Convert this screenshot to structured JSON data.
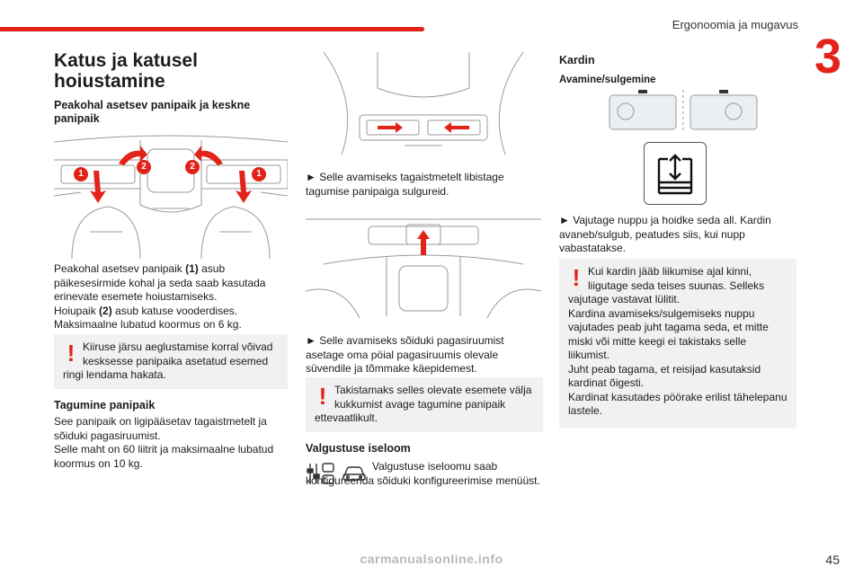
{
  "header": {
    "section_title": "Ergonoomia ja mugavus",
    "chapter_number": "3",
    "accent_color": "#e2231a"
  },
  "col1": {
    "title": "Katus ja katusel hoiustamine",
    "subheading_1": "Peakohal asetsev panipaik ja keskne panipaik",
    "figure_1": {
      "callouts": [
        "1",
        "2",
        "2",
        "1"
      ]
    },
    "para_1_line_1": "Peakohal asetsev panipaik ",
    "para_1_bold_1": "(1)",
    "para_1_line_1b": " asub päikesesirmide kohal ja seda saab kasutada erinevate esemete hoiustamiseks.",
    "para_1_line_2": "Hoiupaik ",
    "para_1_bold_2": "(2)",
    "para_1_line_2b": " asub katuse vooderdises.",
    "para_1_line_3": "Maksimaalne lubatud koormus on 6 kg.",
    "warning_1": "Kiiruse järsu aeglustamise korral võivad kesksesse panipaika asetatud esemed ringi lendama hakata.",
    "subheading_2": "Tagumine panipaik",
    "para_2_line_1": "See panipaik on ligipääsetav tagaistmetelt ja sõiduki pagasiruumist.",
    "para_2_line_2": "Selle maht on 60 liitrit ja maksimaalne lubatud koormus on 10 kg."
  },
  "col2": {
    "step_1": "► Selle avamiseks tagaistmetelt libistage tagumise panipaiga sulgureid.",
    "step_2": "► Selle avamiseks sõiduki pagasiruumist asetage oma pöial pagasiruumis olevale süvendile ja tõmmake käepidemest.",
    "warning_2": "Takistamaks selles olevate esemete välja kukkumist avage tagumine panipaik ettevaatlikult.",
    "subheading_3": "Valgustuse iseloom",
    "lighting_text": "Valgustuse iseloomu saab konfigureerida sõiduki konfigureerimise menüüst."
  },
  "col3": {
    "subheading_4": "Kardin",
    "subheading_5": "Avamine/sulgemine",
    "step_3": "► Vajutage nuppu ja hoidke seda all. Kardin avaneb/sulgub, peatudes siis, kui nupp vabastatakse.",
    "warning_3_lines": [
      "Kui kardin jääb liikumise ajal kinni, liigutage seda teises suunas. Selleks vajutage vastavat lülitit.",
      "Kardina avamiseks/sulgemiseks nuppu vajutades peab juht tagama seda, et mitte miski või mitte keegi ei takistaks selle liikumist.",
      "Juht peab tagama, et reisijad kasutaksid kardinat õigesti.",
      "Kardinat kasutades pöörake erilist tähelepanu lastele."
    ]
  },
  "footer": {
    "page_number": "45",
    "watermark": "carmanualsonline.info"
  }
}
